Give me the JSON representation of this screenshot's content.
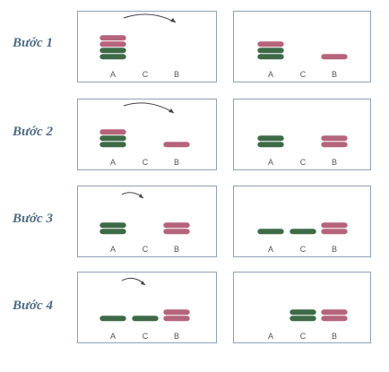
{
  "steps": [
    {
      "label": "Bước 1",
      "before": {
        "A": [
          "green",
          "green",
          "red",
          "red"
        ],
        "C": [],
        "B": []
      },
      "after": {
        "A": [
          "green",
          "green",
          "red"
        ],
        "C": [],
        "B": [
          "red"
        ]
      }
    },
    {
      "label": "Bước 2",
      "before": {
        "A": [
          "green",
          "green",
          "red"
        ],
        "C": [],
        "B": [
          "red"
        ]
      },
      "after": {
        "A": [
          "green",
          "green"
        ],
        "C": [],
        "B": [
          "red",
          "red"
        ]
      }
    },
    {
      "label": "Bước 3",
      "before": {
        "A": [
          "green",
          "green"
        ],
        "C": [],
        "B": [
          "red",
          "red"
        ]
      },
      "after": {
        "A": [
          "green"
        ],
        "C": [
          "green"
        ],
        "B": [
          "red",
          "red"
        ]
      }
    },
    {
      "label": "Bước 4",
      "before": {
        "A": [
          "green"
        ],
        "C": [
          "green"
        ],
        "B": [
          "red",
          "red"
        ]
      },
      "after": {
        "A": [],
        "C": [
          "green",
          "green"
        ],
        "B": [
          "red",
          "red"
        ]
      }
    }
  ],
  "peg_labels": {
    "A": "A",
    "C": "C",
    "B": "B"
  },
  "colors": {
    "green": "#3e6a48",
    "red": "#b5647c",
    "panel_border": "#8ea2b8",
    "label": "#4d6b86"
  }
}
